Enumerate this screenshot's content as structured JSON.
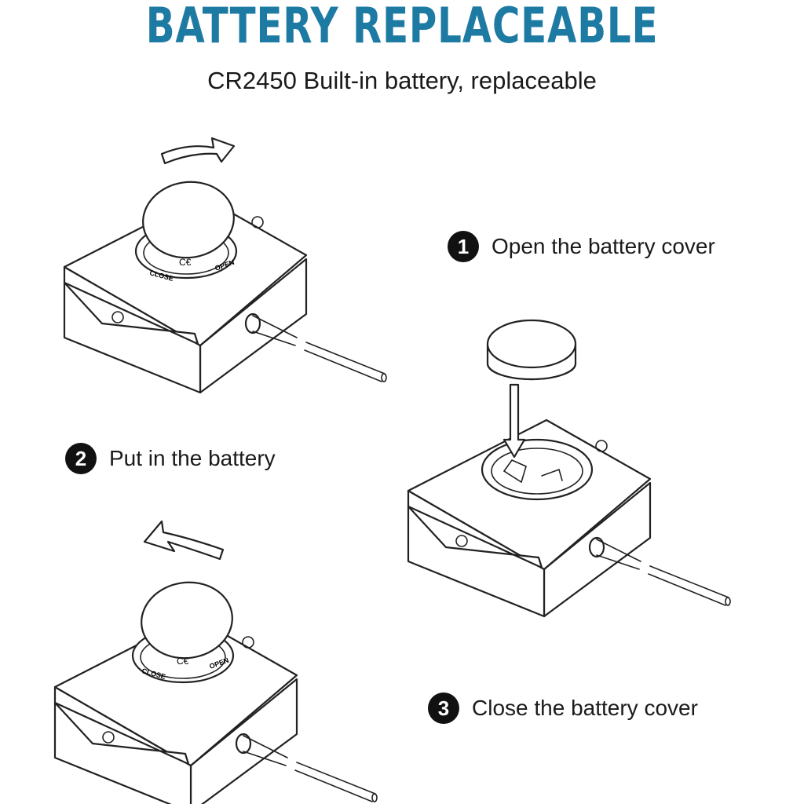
{
  "header": {
    "title": "BATTERY REPLACEABLE",
    "title_color": "#1d7aa3",
    "subtitle": "CR2450 Built-in battery, replaceable"
  },
  "steps": [
    {
      "number": "1",
      "label": "Open the battery cover"
    },
    {
      "number": "2",
      "label": "Put in the battery"
    },
    {
      "number": "3",
      "label": "Close the battery cover"
    }
  ],
  "device_markings": {
    "close_text": "CLOSE",
    "open_text": "OPEN",
    "cert_mark": "C€"
  },
  "icons": {
    "rotate_open": "rotate-counterclockwise-arrow-icon",
    "rotate_close": "rotate-clockwise-arrow-icon",
    "insert": "down-arrow-icon"
  }
}
